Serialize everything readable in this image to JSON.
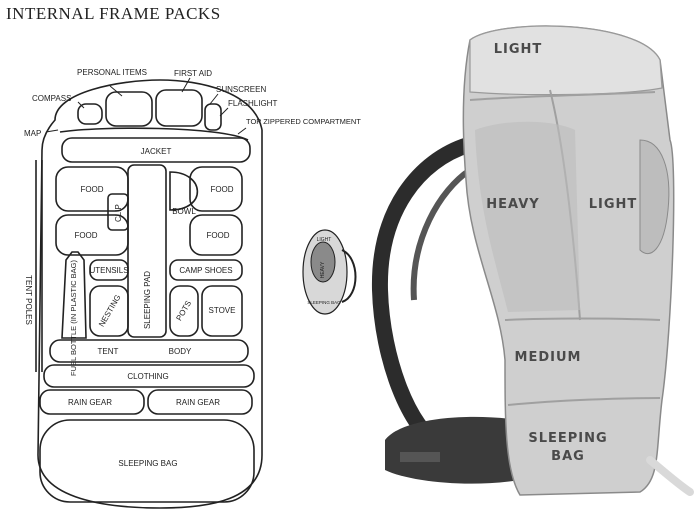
{
  "title": "INTERNAL FRAME PACKS",
  "diagram": {
    "top_labels": {
      "personal_items": "PERSONAL ITEMS",
      "first_aid": "FIRST AID",
      "compass": "COMPASS",
      "sunscreen": "SUNSCREEN",
      "flashlight": "FLASHLIGHT",
      "top_zippered": "TOP ZIPPERED COMPARTMENT",
      "map": "MAP"
    },
    "tent_poles": "TENT POLES",
    "compartments": {
      "jacket": "JACKET",
      "food_1": "FOOD",
      "food_2": "FOOD",
      "food_3": "FOOD",
      "food_4": "FOOD",
      "clip": "CLIP",
      "bowl": "BOWL",
      "sleeping_pad": "SLEEPING PAD",
      "fuel_bottle": "FUEL BOTTLE (IN PLASTIC BAG)",
      "utensils": "UTENSILS",
      "camp_shoes": "CAMP SHOES",
      "nesting": "NESTING",
      "pots": "POTS",
      "stove": "STOVE",
      "tent": "TENT",
      "body": "BODY",
      "clothing": "CLOTHING",
      "rain_gear_1": "RAIN GEAR",
      "rain_gear_2": "RAIN GEAR",
      "sleeping_bag": "SLEEPING BAG"
    }
  },
  "mini_diagram": {
    "light": "LIGHT",
    "heavy": "HEAVY",
    "sleeping_bag": "SLEEPING BAG"
  },
  "photo_labels": {
    "light_top": "LIGHT",
    "heavy": "HEAVY",
    "light_side": "LIGHT",
    "medium": "MEDIUM",
    "sleeping_bag": "SLEEPING BAG"
  }
}
